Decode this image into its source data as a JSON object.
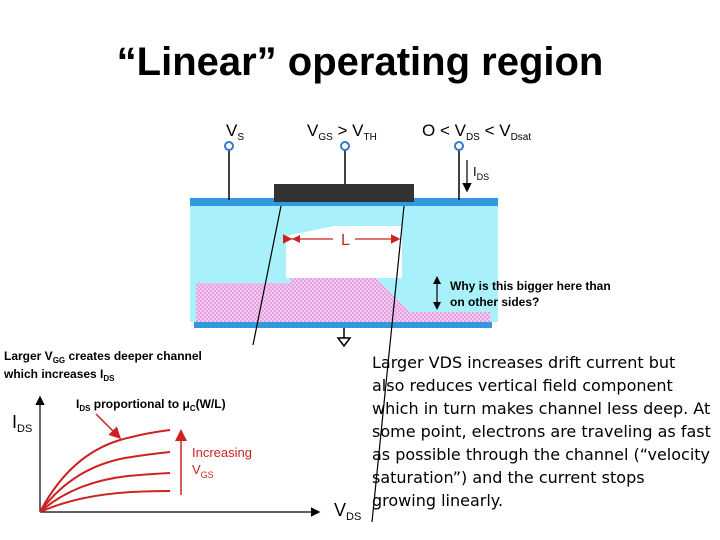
{
  "title": "“Linear” operating region",
  "device": {
    "terminal_vs": "V",
    "terminal_vs_sub": "S",
    "vgs_v": "V",
    "vgs_v_sub": "GS",
    "vgs_gt": " > V",
    "vgs_th_sub": "TH",
    "vds_prefix": "O < V",
    "vds_sub": "DS",
    "vds_mid": " < V",
    "vds_sat_sub": "Dsat",
    "ids_i": "I",
    "ids_sub": "DS",
    "length_label": "L",
    "question_line1": "Why is this bigger here than",
    "question_line2": "on other sides?"
  },
  "graph": {
    "note1_part1": "Larger V",
    "note1_sub1": "GG",
    "note1_part2": " creates deeper channel",
    "note2_part1": "which increases I",
    "note2_sub": "DS",
    "proportional_i": "I",
    "proportional_sub": "DS",
    "proportional_mid": " proportional to ",
    "proportional_mu": "μ",
    "proportional_c": "C",
    "proportional_end": "(W/L)",
    "yaxis_i": "I",
    "yaxis_sub": "DS",
    "xaxis_v": "V",
    "xaxis_sub": "DS",
    "increasing_line1": "Increasing",
    "increasing_v": "V",
    "increasing_sub": "GS"
  },
  "explanation": "Larger VDS increases drift current but also reduces vertical field component which in turn makes channel less deep. At some point, electrons are traveling as fast as possible through the channel (“velocity saturation”) and the current stops growing linearly."
}
